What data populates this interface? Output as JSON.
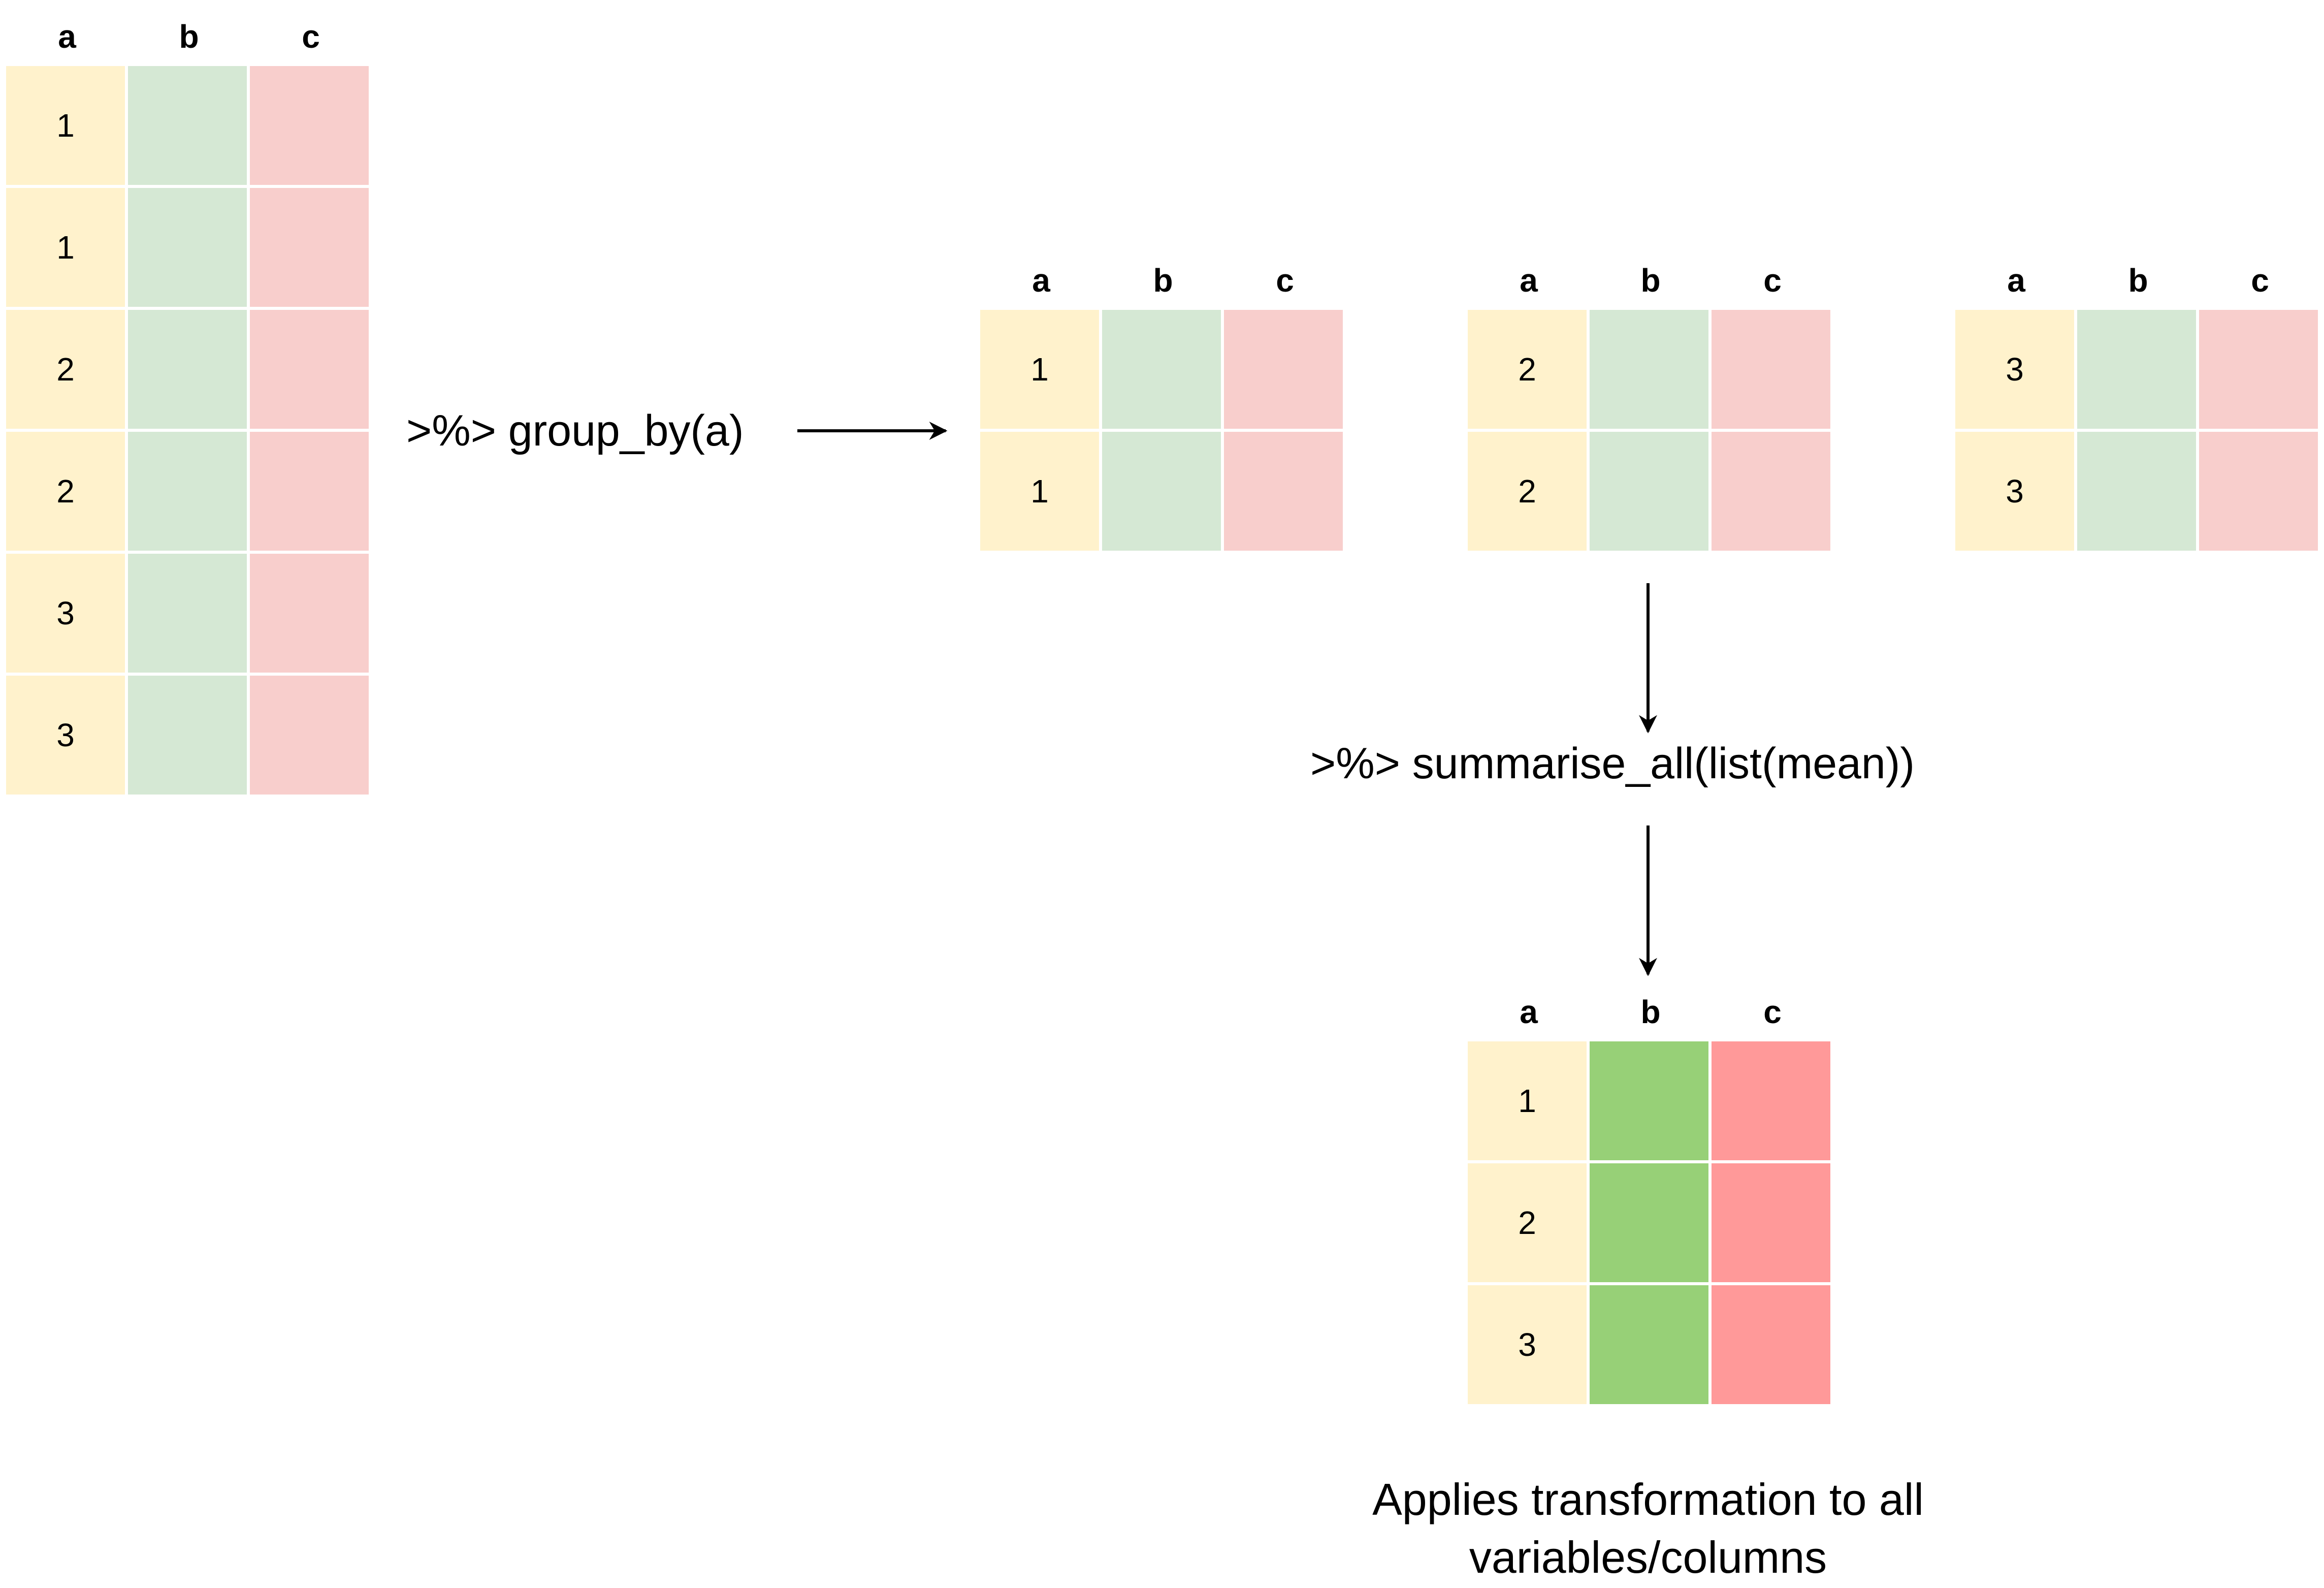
{
  "headers": [
    "a",
    "b",
    "c"
  ],
  "original_table": {
    "a_values": [
      "1",
      "1",
      "2",
      "2",
      "3",
      "3"
    ]
  },
  "groups": [
    {
      "a_values": [
        "1",
        "1"
      ]
    },
    {
      "a_values": [
        "2",
        "2"
      ]
    },
    {
      "a_values": [
        "3",
        "3"
      ]
    }
  ],
  "result_table": {
    "a_values": [
      "1",
      "2",
      "3"
    ]
  },
  "labels": {
    "group_by": ">%> group_by(a)",
    "summarise": ">%> summarise_all(list(mean))",
    "caption_line1": "Applies transformation to all",
    "caption_line2": "variables/columns"
  },
  "colors": {
    "col_a": "#fff2cc",
    "col_b": "#d5e8d4",
    "col_c": "#f8cecc",
    "result_b": "#97d077",
    "result_c": "#ff9999"
  }
}
